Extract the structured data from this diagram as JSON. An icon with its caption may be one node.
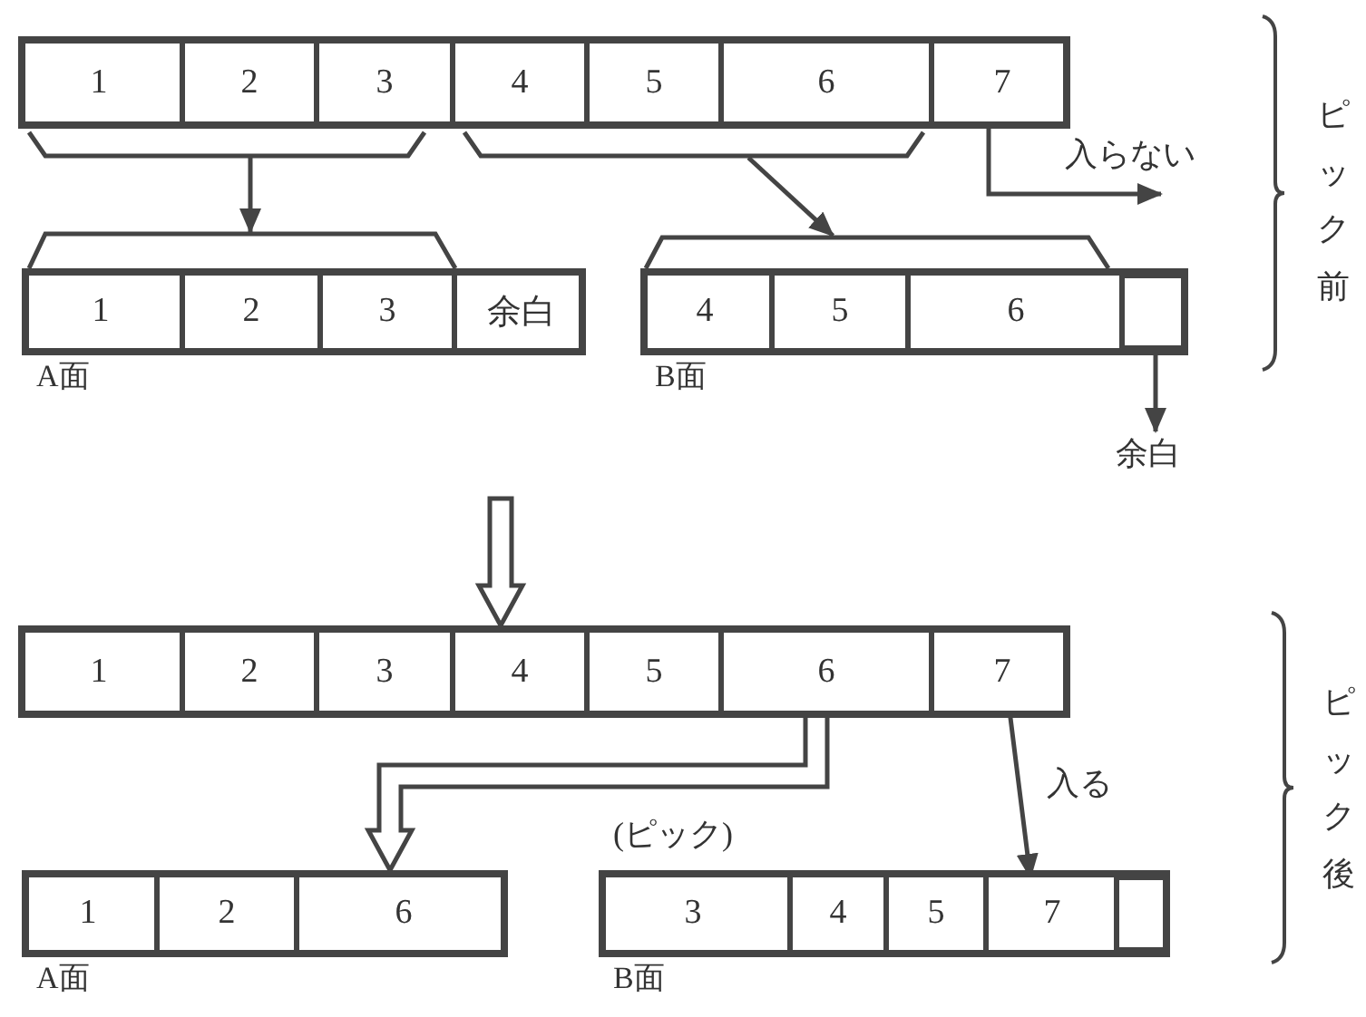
{
  "diagram": {
    "nodes": [
      {
        "text": [],
        "shape": "bar"
      },
      {
        "text": [
          "1"
        ],
        "in": 0
      },
      {
        "text": [
          "2"
        ],
        "in": 0
      },
      {
        "text": [
          "3"
        ],
        "in": 0
      },
      {
        "text": [
          "4"
        ],
        "in": 0
      },
      {
        "text": [
          "5"
        ],
        "in": 0
      },
      {
        "text": [
          "6"
        ],
        "in": 0
      },
      {
        "text": [
          "7"
        ],
        "in": 0
      },
      {
        "text": [],
        "shape": "bracket"
      },
      {
        "text": [],
        "shape": "bracket"
      },
      {
        "text": [],
        "shape": "bracket"
      },
      {
        "text": [],
        "shape": "bar",
        "beside": [
          "A面"
        ]
      },
      {
        "text": [
          "1"
        ],
        "in": 11
      },
      {
        "text": [
          "2"
        ],
        "in": 11
      },
      {
        "text": [
          "3"
        ],
        "in": 11
      },
      {
        "text": [
          "余白"
        ],
        "in": 11
      },
      {
        "text": [],
        "shape": "bracket"
      },
      {
        "text": [],
        "shape": "bar",
        "beside": [
          "B面"
        ]
      },
      {
        "text": [
          "4"
        ],
        "in": 17
      },
      {
        "text": [
          "5"
        ],
        "in": 17
      },
      {
        "text": [
          "6"
        ],
        "in": 17
      },
      {
        "text": [],
        "shape": "box",
        "in": 17
      },
      {
        "text": [
          "余白"
        ]
      },
      {
        "text": [],
        "shape": "bar"
      },
      {
        "text": [
          "1"
        ],
        "in": 23
      },
      {
        "text": [
          "2"
        ],
        "in": 23
      },
      {
        "text": [
          "3"
        ],
        "in": 23
      },
      {
        "text": [
          "4"
        ],
        "in": 23
      },
      {
        "text": [
          "5"
        ],
        "in": 23
      },
      {
        "text": [
          "6"
        ],
        "in": 23
      },
      {
        "text": [
          "7"
        ],
        "in": 23
      },
      {
        "text": [],
        "shape": "bar",
        "beside": [
          "A面"
        ]
      },
      {
        "text": [
          "1"
        ],
        "in": 31
      },
      {
        "text": [
          "2"
        ],
        "in": 31
      },
      {
        "text": [
          "6"
        ],
        "in": 31
      },
      {
        "text": [],
        "shape": "bar",
        "beside": [
          "B面"
        ]
      },
      {
        "text": [
          "3"
        ],
        "in": 35
      },
      {
        "text": [
          "4"
        ],
        "in": 35
      },
      {
        "text": [
          "5"
        ],
        "in": 35
      },
      {
        "text": [
          "7"
        ],
        "in": 35
      },
      {
        "text": [],
        "shape": "box",
        "in": 35
      }
    ],
    "edges": [
      {
        "from": 8,
        "to": 10,
        "arrow": "to"
      },
      {
        "from": 9,
        "to": 16,
        "arrow": "to"
      },
      {
        "from": 7,
        "to": null,
        "arrow": "to",
        "label": "入らない"
      },
      {
        "from": 21,
        "to": 22,
        "arrow": "to"
      },
      {
        "from": null,
        "to": 23,
        "arrow": "to",
        "style": "thick"
      },
      {
        "from": 29,
        "to": 31,
        "arrow": "to",
        "style": "thick"
      },
      {
        "from": 30,
        "to": 39,
        "arrow": "to",
        "label": "入る"
      }
    ],
    "labels": [
      "ピック前",
      "(ピック)",
      "ピック後"
    ]
  }
}
